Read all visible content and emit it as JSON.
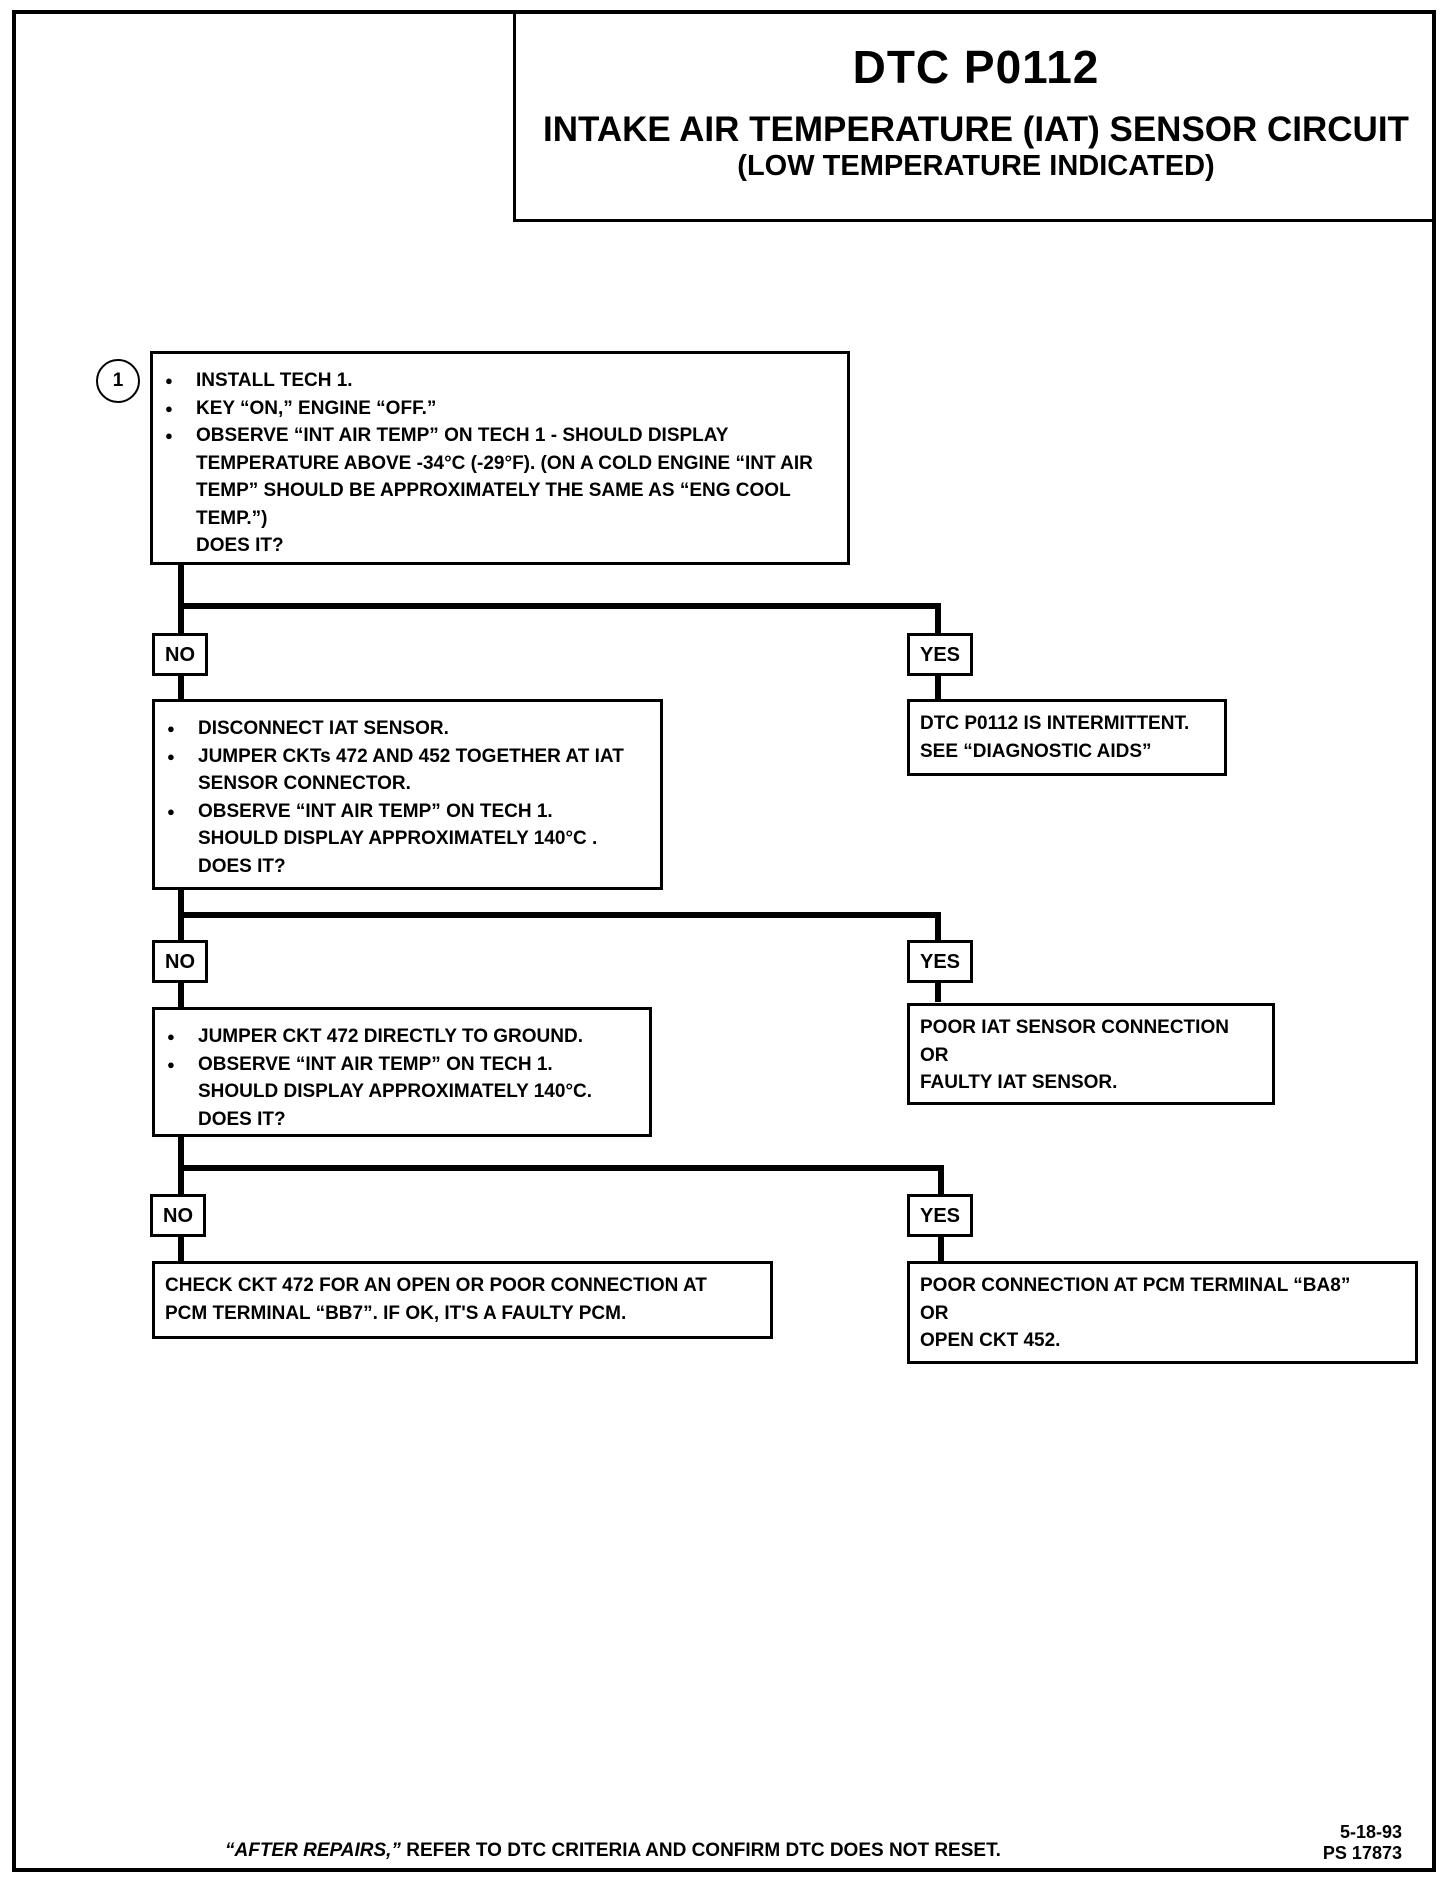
{
  "header": {
    "code": "DTC P0112",
    "title": "INTAKE AIR TEMPERATURE (IAT) SENSOR CIRCUIT",
    "subtitle": "(LOW TEMPERATURE INDICATED)"
  },
  "step_number": "1",
  "steps": [
    {
      "bullets": [
        "INSTALL TECH 1.",
        "KEY “ON,” ENGINE “OFF.”",
        "OBSERVE “INT AIR TEMP” ON TECH 1 - SHOULD DISPLAY TEMPERATURE ABOVE -34°C (-29°F). (ON A COLD ENGINE “INT AIR TEMP” SHOULD BE APPROXIMATELY THE SAME AS “ENG COOL TEMP.”)"
      ],
      "question": "DOES IT?"
    },
    {
      "bullets": [
        "DISCONNECT IAT SENSOR.",
        "JUMPER CKTs 472 AND 452 TOGETHER AT IAT SENSOR CONNECTOR.",
        "OBSERVE “INT AIR TEMP” ON TECH 1. SHOULD DISPLAY APPROXIMATELY 140°C ."
      ],
      "question": "DOES IT?"
    },
    {
      "bullets": [
        "JUMPER CKT 472 DIRECTLY TO GROUND.",
        "OBSERVE “INT AIR TEMP” ON TECH 1. SHOULD DISPLAY APPROXIMATELY 140°C."
      ],
      "question": "DOES IT?"
    }
  ],
  "labels": {
    "no": "NO",
    "yes": "YES"
  },
  "results": {
    "yes1": [
      "DTC P0112 IS INTERMITTENT.",
      "SEE “DIAGNOSTIC AIDS”"
    ],
    "yes2": [
      "POOR IAT SENSOR CONNECTION",
      "OR",
      "FAULTY IAT SENSOR."
    ],
    "yes3": [
      "POOR CONNECTION AT PCM TERMINAL “BA8”",
      "OR",
      "OPEN CKT 452."
    ],
    "no3": "CHECK CKT 472 FOR AN OPEN OR POOR CONNECTION AT PCM TERMINAL “BB7”.  IF OK, IT'S A FAULTY PCM."
  },
  "footer": {
    "note_italic": "“AFTER REPAIRS,”",
    "note_rest": " REFER TO DTC CRITERIA AND CONFIRM DTC DOES NOT RESET.",
    "date": "5-18-93",
    "ref": "PS 17873"
  }
}
